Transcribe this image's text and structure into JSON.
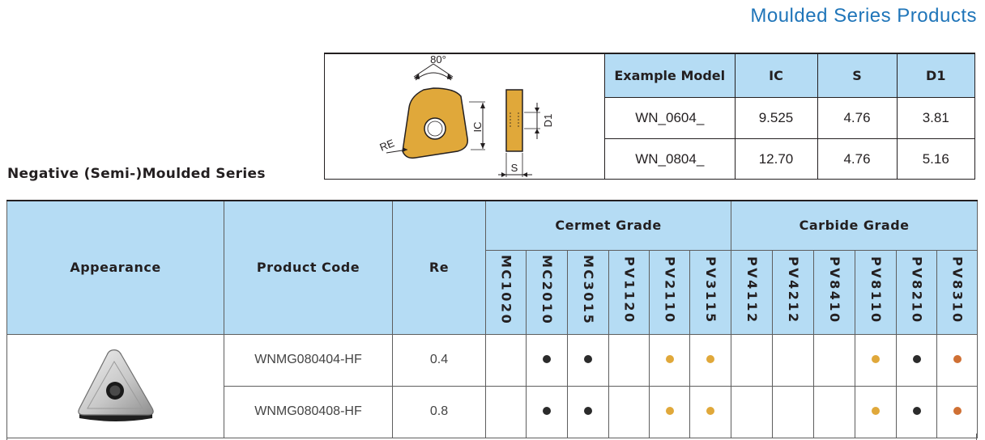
{
  "page_title": "Moulded Series Products",
  "series_title": "Negative (Semi-)Moulded Series",
  "diagram": {
    "angle": "80°",
    "re": "RE",
    "ic": "IC",
    "d1": "D1",
    "s": "S",
    "insert_color": "#e0a83a",
    "insert_edge": "#231f20"
  },
  "spec_table": {
    "headers": [
      "Example Model",
      "IC",
      "S",
      "D1"
    ],
    "rows": [
      [
        "WN_0604_",
        "9.525",
        "4.76",
        "3.81"
      ],
      [
        "WN_0804_",
        "12.70",
        "4.76",
        "5.16"
      ]
    ],
    "header_bg": "#b5dcf4"
  },
  "main_table": {
    "col_appearance": "Appearance",
    "col_product_code": "Product Code",
    "col_re": "Re",
    "group_cermet": "Cermet Grade",
    "group_carbide": "Carbide Grade",
    "grades": [
      "MC1020",
      "MC2010",
      "MC3015",
      "PV1120",
      "PV2110",
      "PV3115",
      "PV4112",
      "PV4212",
      "PV8410",
      "PV8110",
      "PV8210",
      "PV8310"
    ],
    "rows": [
      {
        "code": "WNMG080404-HF",
        "re": "0.4",
        "dots": [
          "",
          "black",
          "black",
          "",
          "gold",
          "gold",
          "",
          "",
          "",
          "gold",
          "black",
          "copper"
        ]
      },
      {
        "code": "WNMG080408-HF",
        "re": "0.8",
        "dots": [
          "",
          "black",
          "black",
          "",
          "gold",
          "gold",
          "",
          "",
          "",
          "gold",
          "black",
          "copper"
        ]
      }
    ]
  },
  "dot_colors": {
    "black": "#2b2b2b",
    "gold": "#e0a83a",
    "copper": "#cf7034"
  },
  "accent_color": "#1f75b9"
}
